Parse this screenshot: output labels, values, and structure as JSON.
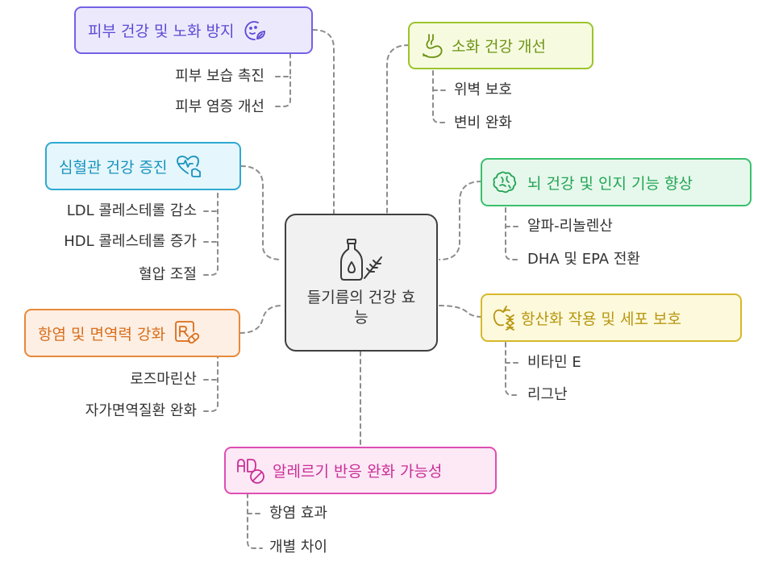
{
  "center": {
    "title": "들기름의 건강 효능",
    "icon": "oil-bottle-herb-icon"
  },
  "topics": [
    {
      "id": "skin",
      "label": "피부 건강 및 노화 방지",
      "icon": "face-leaf-icon",
      "color": "#6e5ae0",
      "items": [
        "피부 보습 촉진",
        "피부 염증 개선"
      ]
    },
    {
      "id": "heart",
      "label": "심혈관 건강 증진",
      "icon": "heart-pulse-icon",
      "color": "#1aa3cc",
      "items": [
        "LDL 콜레스테롤 감소",
        "HDL 콜레스테롤 증가",
        "혈압 조절"
      ]
    },
    {
      "id": "immune",
      "label": "항염 및 면역력 강화",
      "icon": "prescription-pill-icon",
      "color": "#e07a2a",
      "items": [
        "로즈마린산",
        "자가면역질환 완화"
      ]
    },
    {
      "id": "allergy",
      "label": "알레르기 반응 완화 가능성",
      "icon": "allergen-free-icon",
      "color": "#d43ea5",
      "items": [
        "항염 효과",
        "개별 차이"
      ]
    },
    {
      "id": "digest",
      "label": "소화 건강 개선",
      "icon": "stomach-icon",
      "color": "#8ab51f",
      "items": [
        "위벽 보호",
        "변비 완화"
      ]
    },
    {
      "id": "brain",
      "label": "뇌 건강 및 인지 기능 향상",
      "icon": "brain-icon",
      "color": "#2fb964",
      "items": [
        "알파-리놀렌산",
        "DHA 및 EPA 전환"
      ]
    },
    {
      "id": "antiox",
      "label": "항산화 작용 및 세포 보호",
      "icon": "fruit-dna-icon",
      "color": "#c9a91c",
      "items": [
        "비타민 E",
        "리그난"
      ]
    }
  ]
}
